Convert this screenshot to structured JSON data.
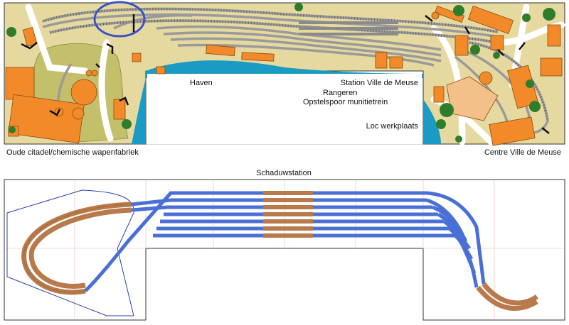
{
  "top_plan": {
    "labels": {
      "haven": "Haven",
      "station": "Station Ville de Meuse",
      "rangeren": "Rangeren",
      "opstelspoor": "Opstelspoor munitietrein",
      "loc_werkplaats": "Loc werkplaats",
      "citadel": "Oude citadel/chemische wapenfabriek",
      "centre": "Centre Ville de Meuse"
    }
  },
  "bottom_plan": {
    "title": "Schaduwstation"
  },
  "colors": {
    "ground": "#e6d9a0",
    "water": "#1a9bc4",
    "building": "#f28a2a",
    "tree": "#2f7d2a",
    "track_gray": "#9a9a9a",
    "track_blue": "#4a6fd6",
    "track_brown": "#b87a4a",
    "highlight_circle": "#3a55c8",
    "grid": "#e8b8b8"
  }
}
